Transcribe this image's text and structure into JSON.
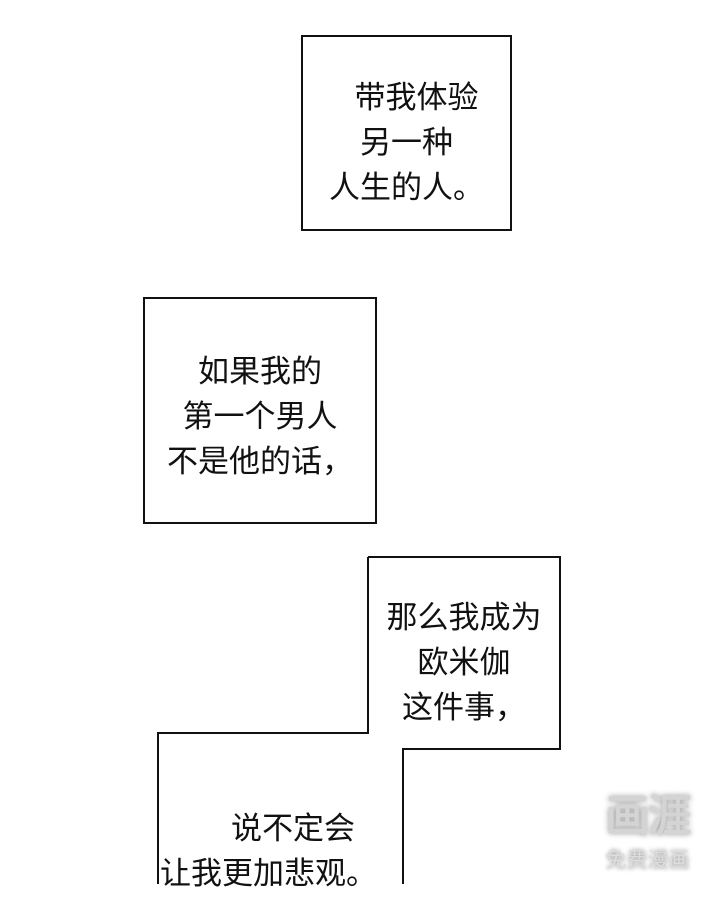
{
  "panels": [
    {
      "lines": [
        "带我体验",
        "另一种",
        "人生的人。"
      ]
    },
    {
      "lines": [
        "如果我的",
        "第一个男人",
        "不是他的话，"
      ]
    },
    {
      "lines": [
        "那么我成为",
        "欧米伽",
        "这件事，"
      ]
    },
    {
      "lines": [
        "说不定会",
        "让我更加悲观。"
      ]
    }
  ],
  "watermark": {
    "logo": "画涯",
    "subtitle": "免费漫画"
  }
}
